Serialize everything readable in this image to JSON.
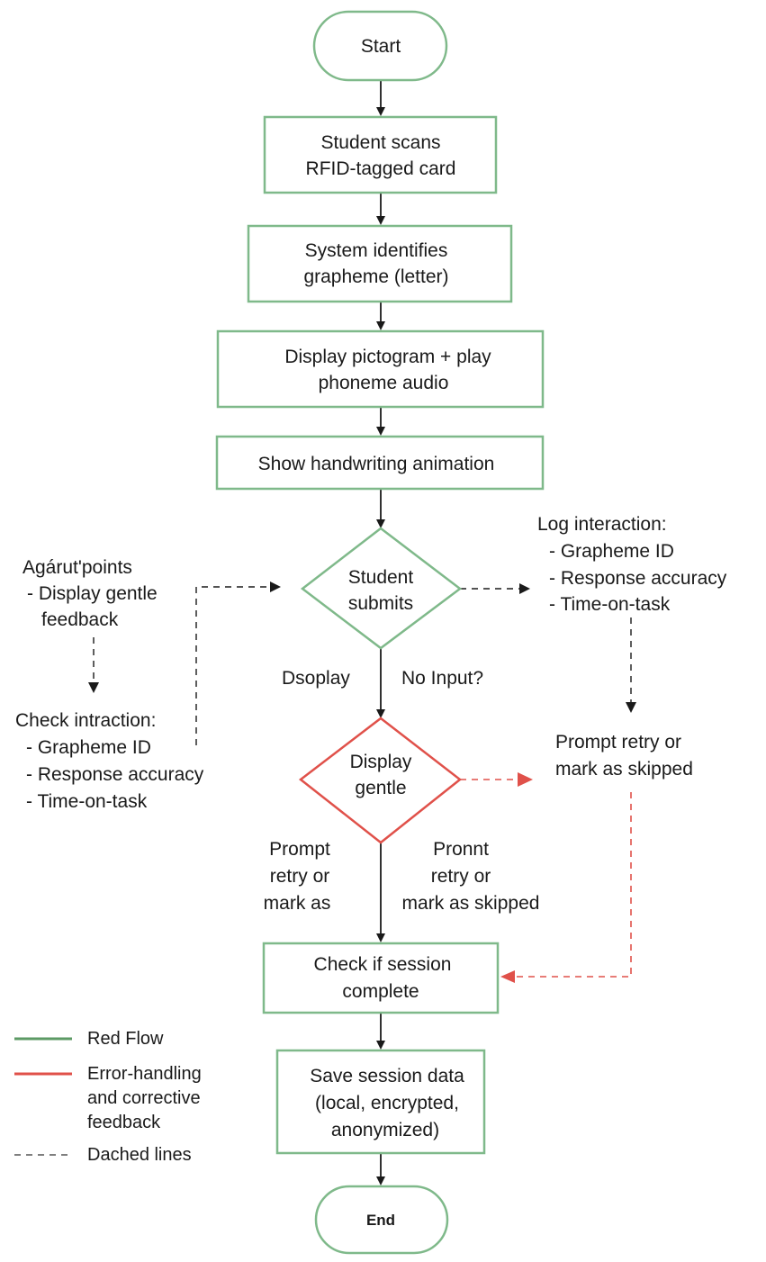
{
  "nodes": {
    "start": "Start",
    "scan": [
      "Student scans",
      "RFID-tagged card"
    ],
    "identify": [
      "System identifies",
      "grapheme (letter)"
    ],
    "display": [
      "Display pictogram + play",
      "phoneme audio"
    ],
    "handwriting": "Show handwriting animation",
    "submits": [
      "Student",
      "submits"
    ],
    "gentle": [
      "Display",
      "gentle"
    ],
    "check": [
      "Check if session",
      "complete"
    ],
    "save": [
      "Save session data",
      "(local, encrypted,",
      "anonymized)"
    ],
    "end": "End"
  },
  "side_notes": {
    "left_top": {
      "title": "Agárut'points",
      "lines": [
        "- Display gentle",
        "feedback"
      ]
    },
    "left_bottom": {
      "title": "Check intraction:",
      "lines": [
        "- Grapheme ID",
        "- Response accuracy",
        "- Time-on-task"
      ]
    },
    "right_top": {
      "title": "Log interaction:",
      "lines": [
        "- Grapheme ID",
        "- Response accuracy",
        "- Time-on-task"
      ]
    },
    "right_mid": [
      "Prompt retry or",
      "mark as skipped"
    ]
  },
  "edge_labels": {
    "display": "Dsoplay",
    "no_input": "No Input?",
    "prompt_left": [
      "Prompt",
      "retry or",
      "mark as"
    ],
    "prompt_right": [
      "Pronnt",
      "retry or",
      "mark as skipped"
    ]
  },
  "legend": {
    "items": [
      {
        "label": [
          "Red Flow"
        ],
        "color": "#5c9a64",
        "style": "solid"
      },
      {
        "label": [
          "Error-handling",
          "and corrective",
          "feedback"
        ],
        "color": "#e0514a",
        "style": "solid"
      },
      {
        "label": [
          "Dached lines"
        ],
        "color": "#555555",
        "style": "dashed"
      }
    ]
  }
}
